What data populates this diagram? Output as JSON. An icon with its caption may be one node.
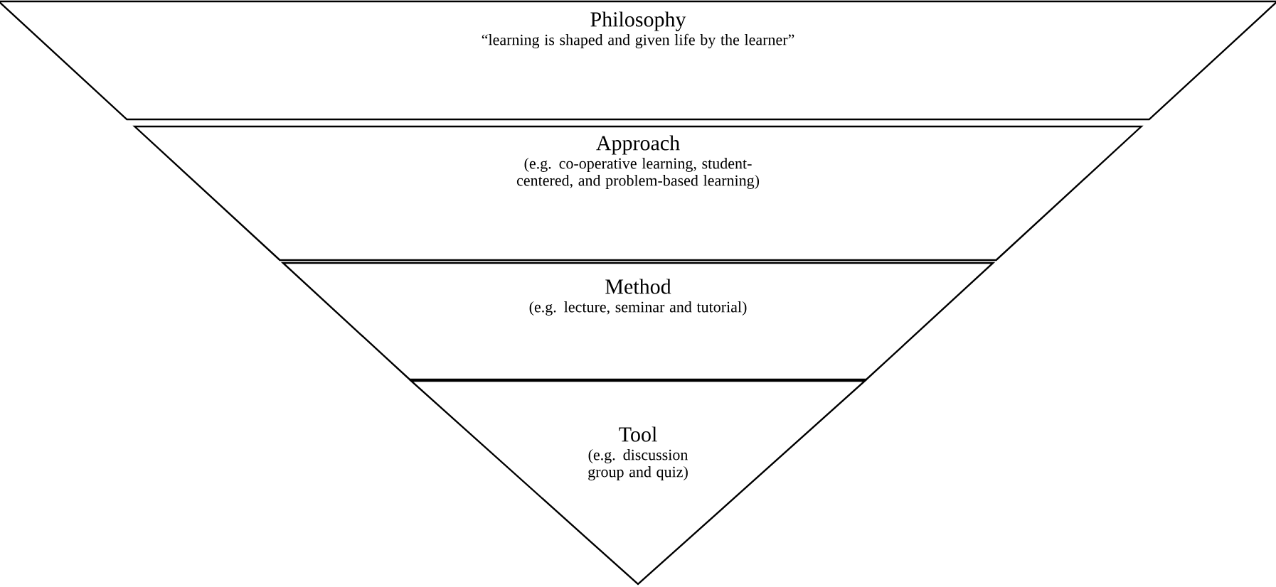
{
  "diagram": {
    "nodes": [
      {
        "text": [
          "Philosophy",
          "“learning is shaped and given life by the learner”"
        ]
      },
      {
        "text": [
          "Approach",
          "(e.g. co-operative learning, student-centered, and problem-based learning)"
        ]
      },
      {
        "text": [
          "Method",
          "(e.g. lecture, seminar and tutorial)"
        ]
      },
      {
        "text": [
          "Tool",
          "(e.g. discussion group and quiz)"
        ]
      }
    ]
  }
}
